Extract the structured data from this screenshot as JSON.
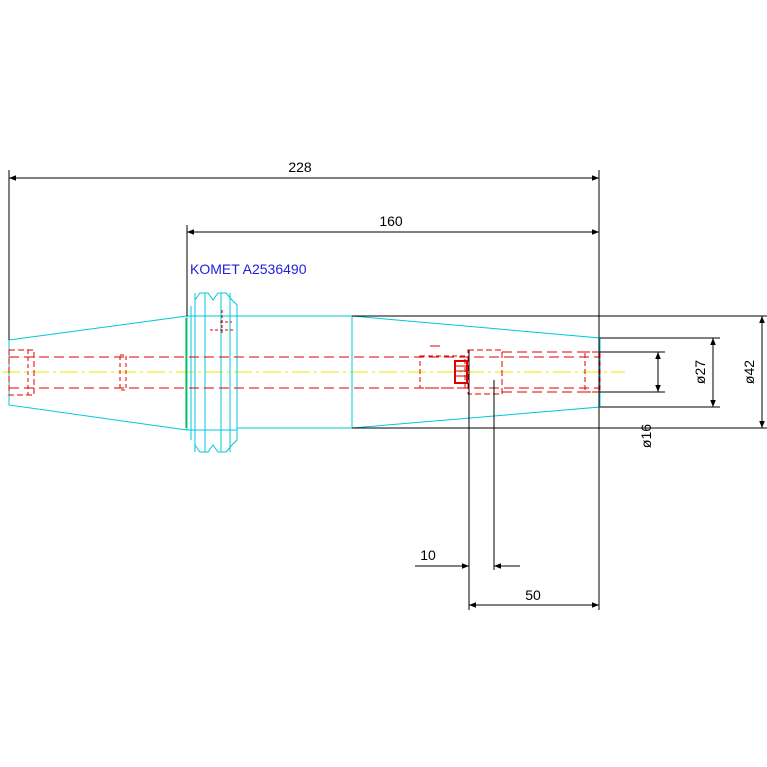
{
  "drawing": {
    "label": "KOMET A2536490",
    "colors": {
      "outline": "#00c8d8",
      "hidden": "#e00000",
      "centerline": "#e8e800",
      "dimension": "#000000",
      "label": "#1e1edc",
      "flange_marks": "#00b000"
    }
  },
  "dimensions": {
    "overall_length": "228",
    "body_length": "160",
    "bore_depth": "50",
    "step_length": "10",
    "diameter_outer": "ø42",
    "diameter_body": "ø27",
    "diameter_bore": "ø16"
  }
}
